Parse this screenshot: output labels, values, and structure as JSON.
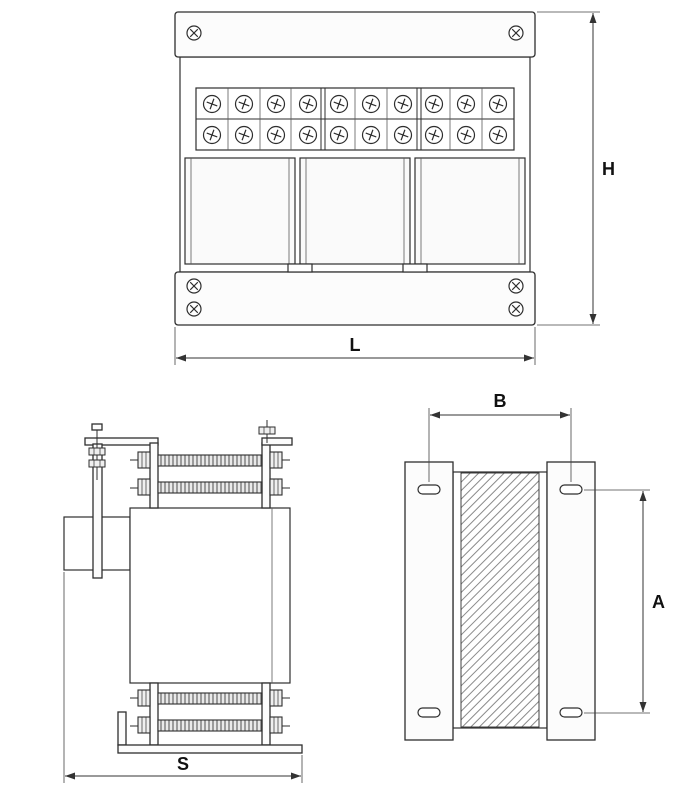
{
  "labels": {
    "front_height": "H",
    "front_width": "L",
    "plan_width": "B",
    "plan_depth": "A",
    "side_width": "S"
  },
  "colors": {
    "line": "#2e2e2e",
    "dimension": "#333333",
    "hatch": "#8a8a8a",
    "fill_light": "#fcfcfc"
  }
}
